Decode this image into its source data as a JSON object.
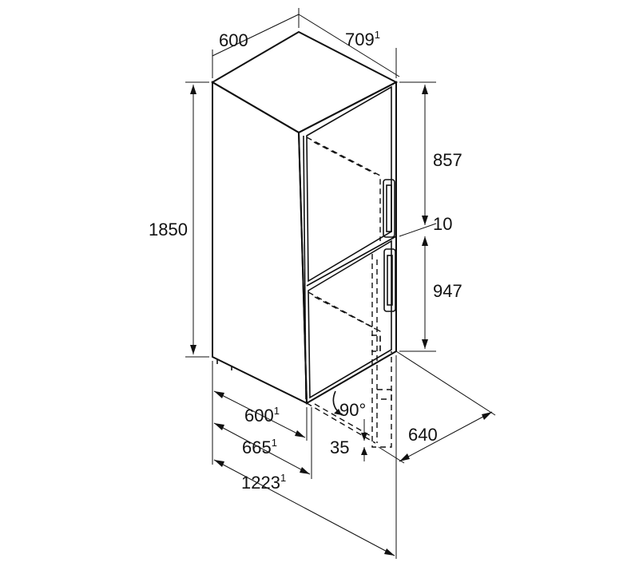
{
  "dimensions": {
    "top_width": "600",
    "top_depth": "709",
    "top_depth_note": "1",
    "height_total": "1850",
    "upper_door": "857",
    "gap": "10",
    "lower_door": "947",
    "bottom_depth": "600",
    "bottom_depth_note": "1",
    "depth_with_handle": "665",
    "depth_with_handle_note": "1",
    "depth_door_open": "1223",
    "depth_door_open_note": "1",
    "door_angle": "90°",
    "floor_clearance": "35",
    "door_swing_width": "640"
  },
  "colors": {
    "line": "#111111",
    "background": "#ffffff"
  }
}
